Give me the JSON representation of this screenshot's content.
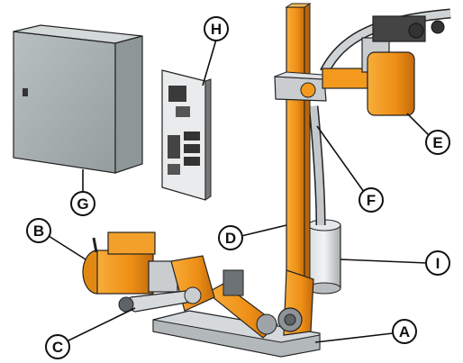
{
  "callouts": {
    "a": "A",
    "b": "B",
    "c": "C",
    "d": "D",
    "e": "E",
    "f": "F",
    "g": "G",
    "h": "H",
    "i": "I"
  },
  "colors": {
    "orange": "#f39a1e",
    "orange_dark": "#c8730f",
    "gray_cabinet": "#aab3b4",
    "gray_metal": "#c9cdd0",
    "outline": "#222222"
  }
}
